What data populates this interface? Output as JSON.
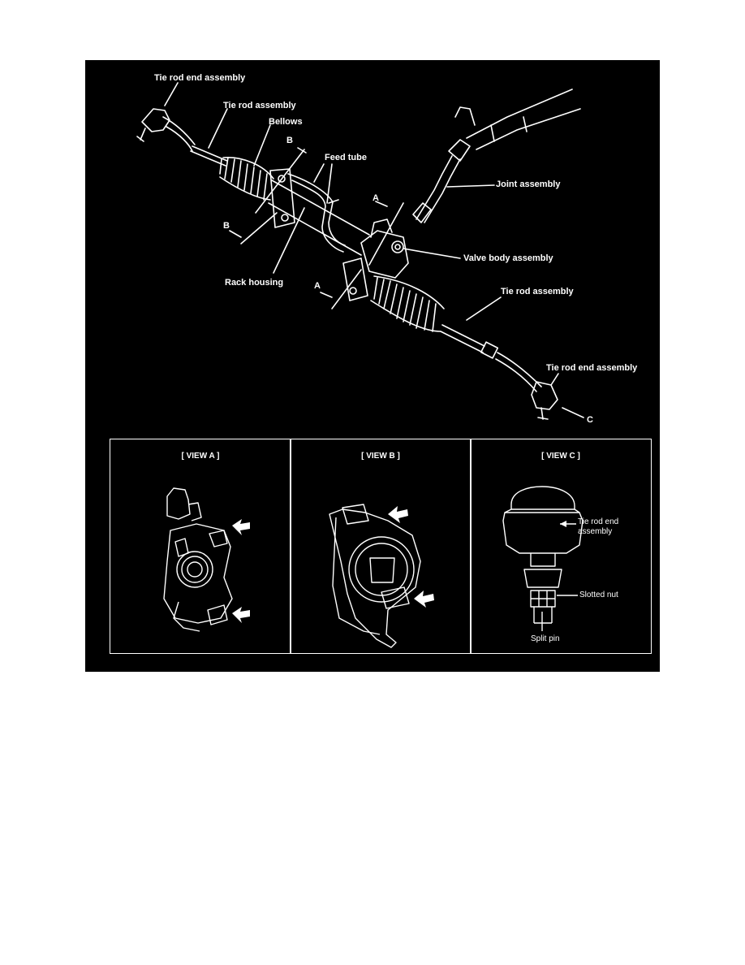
{
  "main_labels": {
    "tie_rod_end_left": "Tie rod end assembly",
    "tie_rod_left": "Tie rod assembly",
    "bellows": "Bellows",
    "section_b_top": "B",
    "feed_tube": "Feed tube",
    "joint_assembly": "Joint assembly",
    "section_a_top": "A",
    "section_b_left": "B",
    "valve_body": "Valve body assembly",
    "rack_housing": "Rack housing",
    "section_a_bottom": "A",
    "tie_rod_right": "Tie rod assembly",
    "tie_rod_end_right": "Tie rod end assembly",
    "view_c_marker": "C"
  },
  "views": [
    {
      "title": "[ VIEW A ]"
    },
    {
      "title": "[ VIEW B ]"
    },
    {
      "title": "[ VIEW C ]",
      "labels": {
        "tie_rod_end_line1": "Tie rod end",
        "tie_rod_end_line2": "assembly",
        "slotted_nut": "Slotted nut",
        "split_pin": "Split pin"
      }
    }
  ],
  "colors": {
    "background": "#000000",
    "line": "#ffffff",
    "page": "#ffffff"
  }
}
